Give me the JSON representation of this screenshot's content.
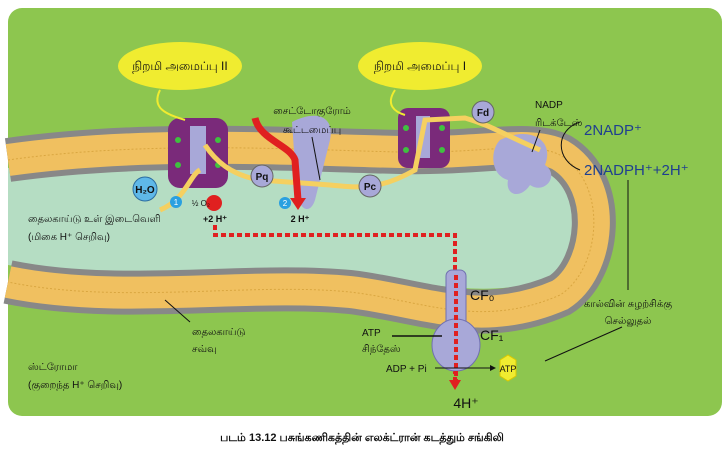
{
  "labels": {
    "ps2": "நிறமி அமைப்பு II",
    "ps1": "நிறமி அமைப்பு I",
    "cytochrome_1": "சைட்டோகுரோம்",
    "cytochrome_2": "கூட்டமைப்பு",
    "nadp_reductase_1": "NADP",
    "nadp_reductase_2": "ரிடக்டேஸ்",
    "nadp": "2NADP⁺",
    "nadph": "2NADPH⁺+2H⁺",
    "h2o": "H₂O",
    "o2": "½ O₂",
    "step1": "1",
    "step2": "2",
    "pq": "Pq",
    "pc": "Pc",
    "fd": "Fd",
    "h_plus_2a": "+2 H⁺",
    "h_plus_2b": "2 H⁺",
    "lumen_1": "தைலகாய்டு உள் இடைவெளி",
    "lumen_2": "(மிகை H⁺ செறிவு)",
    "membrane_1": "தைலகாய்டு",
    "membrane_2": "சவ்வு",
    "stroma_1": "ஸ்ட்ரோமா",
    "stroma_2": "(குறைந்த H⁺ செறிவு)",
    "cf0": "CF₀",
    "cf1": "CF₁",
    "atp_synthase_1": "ATP",
    "atp_synthase_2": "சிந்தேஸ்",
    "adp_pi": "ADP + Pi",
    "atp": "ATP",
    "h4": "4H⁺",
    "calvin_1": "கால்வின் சுழற்சிக்கு",
    "calvin_2": "செல்லுதல்"
  },
  "caption": "படம் 13.12  பசுங்கணிகத்தின் எலக்ட்ரான் கடத்தும் சங்கிலி",
  "colors": {
    "stroma": "#8dc64f",
    "lumen": "#b5ddc3",
    "membrane": "#f0c060",
    "lipid_head": "#8a8a8a",
    "complex": "#a8a8d8",
    "photosystem": "#7a2a7a",
    "bubble": "#f0ec30",
    "proton": "#e02020"
  }
}
